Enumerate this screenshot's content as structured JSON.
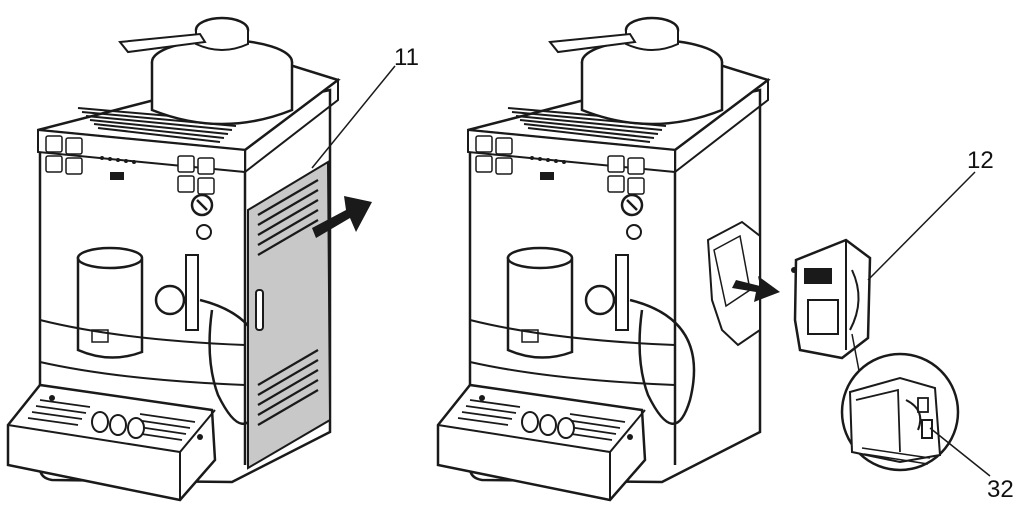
{
  "callouts": {
    "side_panel": "11",
    "brewing_unit": "12",
    "release_lever": "32"
  },
  "colors": {
    "line": "#1a1a1a",
    "panel_fill": "#c8c8c8",
    "arrow_fill": "#1a1a1a",
    "background": "#ffffff"
  }
}
